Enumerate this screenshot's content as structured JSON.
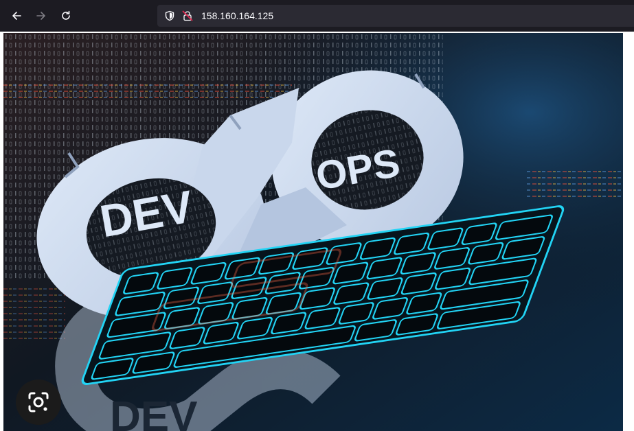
{
  "browser": {
    "back_icon": "arrow-left-icon",
    "forward_icon": "arrow-right-icon",
    "reload_icon": "reload-icon",
    "tracking_icon": "shield-icon",
    "insecure_icon": "insecure-lock-icon",
    "url": "158.160.164.125"
  },
  "image": {
    "left_text": "DEV",
    "right_text": "OPS",
    "reflection_text": "DEV",
    "lens_icon": "camera-search-icon"
  },
  "colors": {
    "toolbar_bg": "#1c1b22",
    "urlbar_bg": "#2b2a33",
    "url_text": "#fbfbfe",
    "infinity": "#d4e1f4",
    "keyboard_glow": "#22d4f5",
    "insecure_red": "#e22850"
  }
}
